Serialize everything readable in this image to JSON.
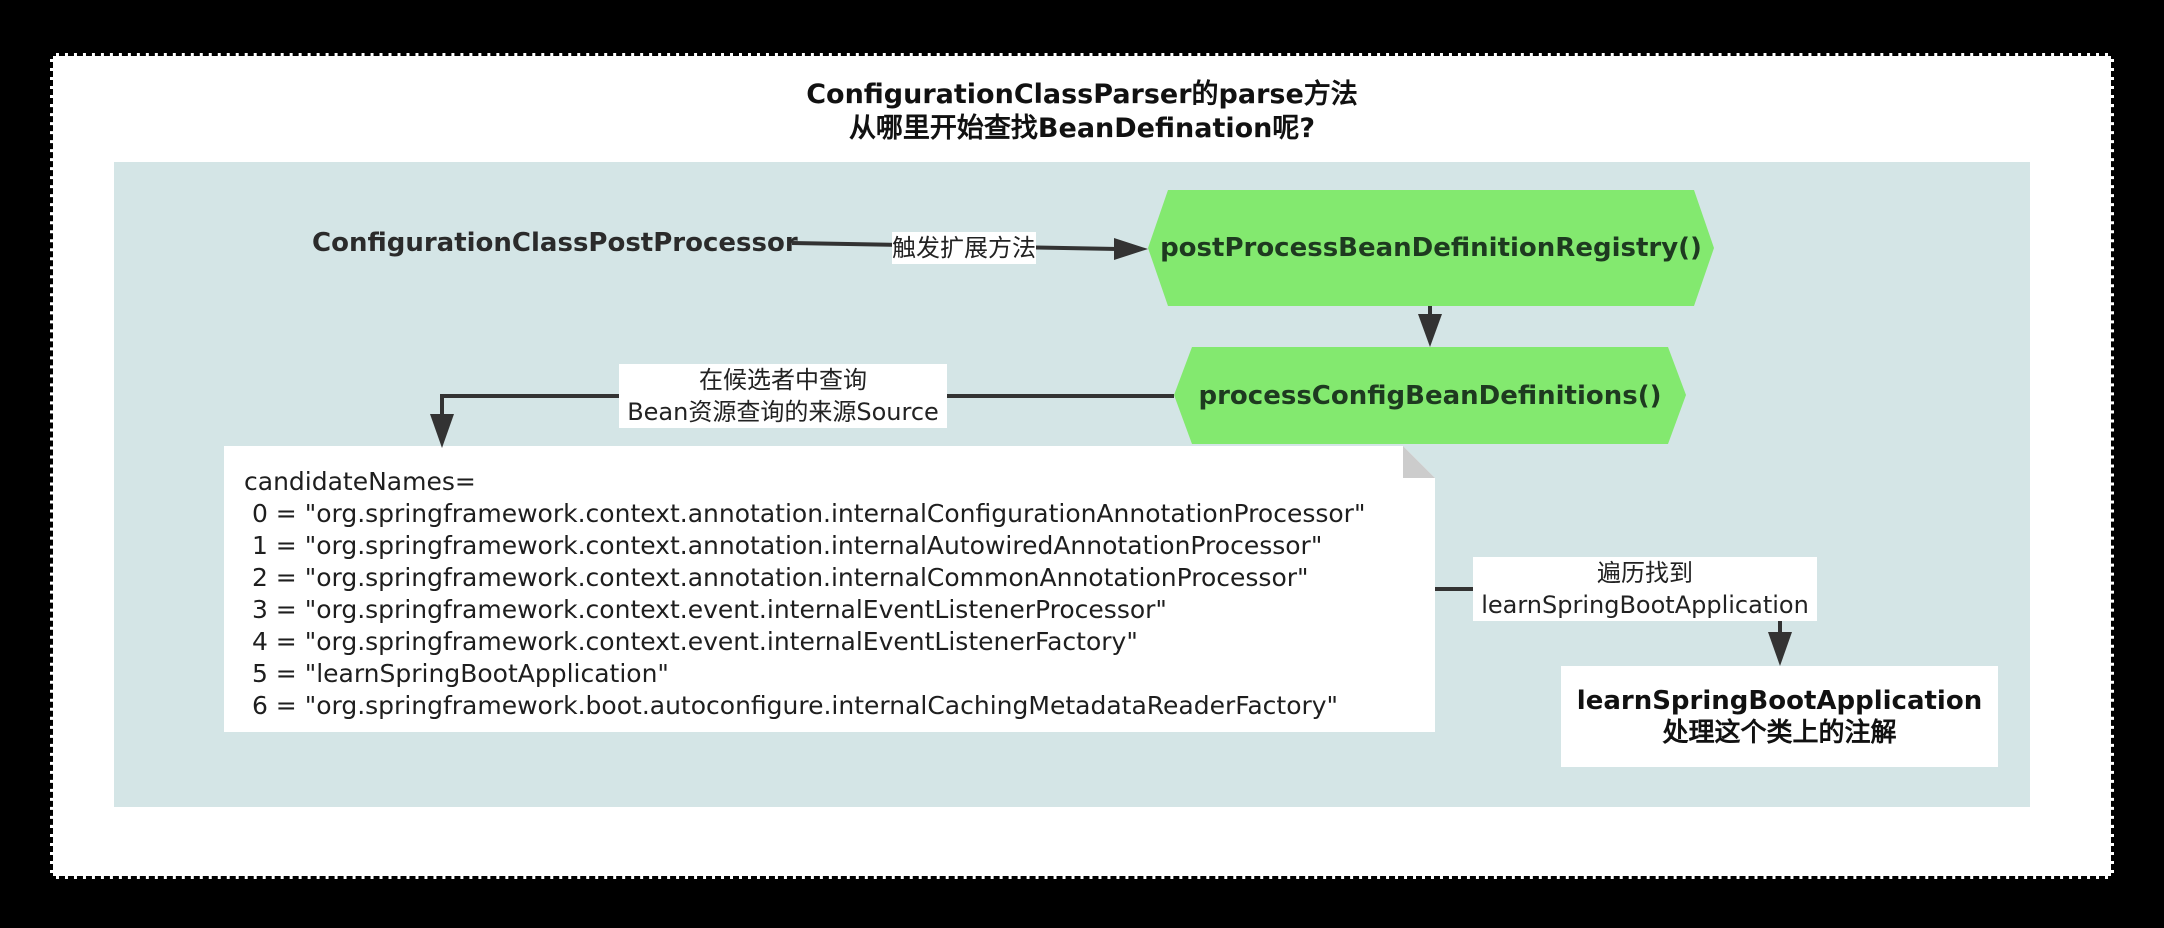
{
  "title": {
    "line1": "ConfigurationClassParser的parse方法",
    "line2": "从哪里开始查找BeanDefination呢?"
  },
  "nodes": {
    "origin": "ConfigurationClassPostProcessor",
    "post_process": "postProcessBeanDefinitionRegistry()",
    "process_config": "processConfigBeanDefinitions()",
    "result_line1": "learnSpringBootApplication",
    "result_line2": "处理这个类上的注解"
  },
  "edges": {
    "trigger": "触发扩展方法",
    "query_line1": "在候选者中查询",
    "query_line2": "Bean资源查询的来源Source",
    "iterate_line1": "遍历找到",
    "iterate_line2": "learnSpringBootApplication"
  },
  "candidates": {
    "header": "candidateNames=",
    "items": [
      " 0 = \"org.springframework.context.annotation.internalConfigurationAnnotationProcessor\"",
      " 1 = \"org.springframework.context.annotation.internalAutowiredAnnotationProcessor\"",
      " 2 = \"org.springframework.context.annotation.internalCommonAnnotationProcessor\"",
      " 3 = \"org.springframework.context.event.internalEventListenerProcessor\"",
      " 4 = \"org.springframework.context.event.internalEventListenerFactory\"",
      " 5 = \"learnSpringBootApplication\"",
      " 6 = \"org.springframework.boot.autoconfigure.internalCachingMetadataReaderFactory\""
    ]
  },
  "colors": {
    "panel": "#d4e5e6",
    "hexagon": "#83e96f",
    "arrow": "#333333"
  }
}
